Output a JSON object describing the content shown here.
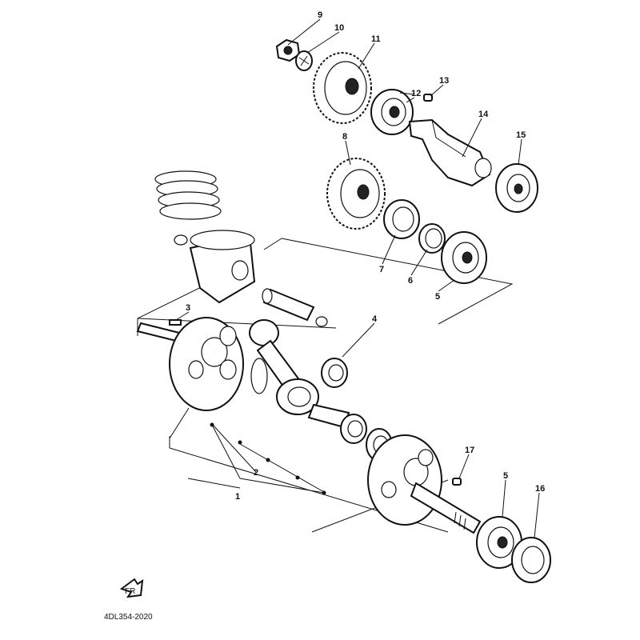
{
  "diagram": {
    "callouts": [
      "1",
      "2",
      "3",
      "4",
      "5",
      "6",
      "7",
      "8",
      "9",
      "10",
      "11",
      "12",
      "13",
      "14",
      "15",
      "16",
      "17"
    ],
    "callout_5_second": "5",
    "drawing_code": "4DL354-2020",
    "front_marker": "FR"
  }
}
